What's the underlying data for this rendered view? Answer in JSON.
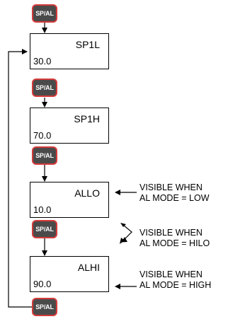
{
  "key_label": "SP/AL",
  "displays": [
    {
      "label": "SP1L",
      "value": "30.0"
    },
    {
      "label": "SP1H",
      "value": "70.0"
    },
    {
      "label": "ALLO",
      "value": "10.0"
    },
    {
      "label": "ALHI",
      "value": "90.0"
    }
  ],
  "notes": [
    {
      "line1": "VISIBLE WHEN",
      "line2": "AL MODE = LOW"
    },
    {
      "line1": "VISIBLE WHEN",
      "line2": "AL MODE = HILO"
    },
    {
      "line1": "VISIBLE WHEN",
      "line2": "AL MODE = HIGH"
    }
  ],
  "colors": {
    "key_outer": "#d53a3a",
    "key_inner": "#4a4a4a",
    "key_text": "#ffffff",
    "line": "#000000"
  }
}
